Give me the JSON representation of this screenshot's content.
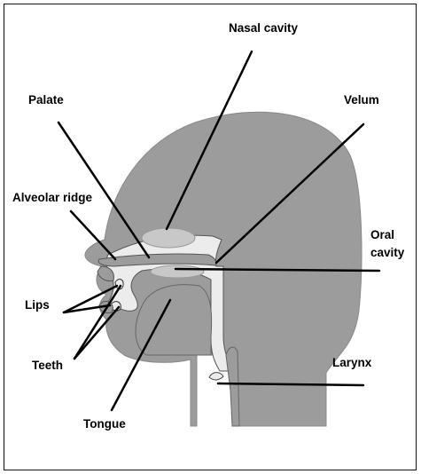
{
  "labels": {
    "nasal_cavity": "Nasal cavity",
    "palate": "Palate",
    "velum": "Velum",
    "alveolar_ridge": "Alveolar ridge",
    "oral_cavity_line1": "Oral",
    "oral_cavity_line2": "cavity",
    "lips": "Lips",
    "teeth": "Teeth",
    "tongue": "Tongue",
    "larynx": "Larynx"
  },
  "colors": {
    "head_fill": "#9c9c9c",
    "cavity_fill": "#ececec",
    "highlight_fill": "#c8c8c8",
    "line_color": "#000000",
    "background": "#ffffff"
  }
}
